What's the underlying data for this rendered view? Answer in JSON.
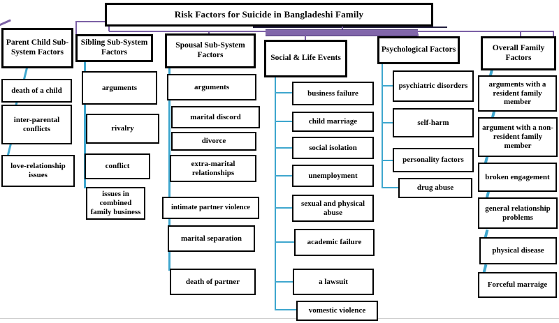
{
  "title": "Risk Factors for Suicide in Bangladeshi Family",
  "colors": {
    "box_border": "#000000",
    "connector_cyan": "#3FA7CE",
    "connector_purple": "#7C61A6",
    "background": "#FFFFFF"
  },
  "chart_type": "hierarchy-diagram",
  "columns": [
    {
      "id": "parent-child",
      "header": "Parent Child Sub-System Factors",
      "items": [
        "death of a child",
        "inter-parental conflicts",
        "love-relationship issues"
      ]
    },
    {
      "id": "sibling",
      "header": "Sibling Sub-System Factors",
      "items": [
        "arguments",
        "rivalry",
        "conflict",
        "issues in combined family business"
      ]
    },
    {
      "id": "spousal",
      "header": "Spousal Sub-System Factors",
      "items": [
        "arguments",
        "marital discord",
        "divorce",
        "extra-marital relationships",
        "intimate partner violence",
        "marital separation",
        "death of partner"
      ]
    },
    {
      "id": "social-life-events",
      "header": "Social & Life Events",
      "items": [
        "business failure",
        "child marriage",
        "social isolation",
        "unemployment",
        "sexual and physical abuse",
        "academic failure",
        "a lawsuit",
        "vomestic violence"
      ]
    },
    {
      "id": "psychological",
      "header": "Psychological Factors",
      "items": [
        "psychiatric disorders",
        "self-harm",
        "personality factors",
        "drug abuse"
      ]
    },
    {
      "id": "overall-family",
      "header": "Overall Family Factors",
      "items": [
        "arguments with a resident family member",
        "argument with a non-resident family member",
        "broken engagement",
        "general relationship problems",
        "physical disease",
        "Forceful marraige"
      ]
    }
  ]
}
